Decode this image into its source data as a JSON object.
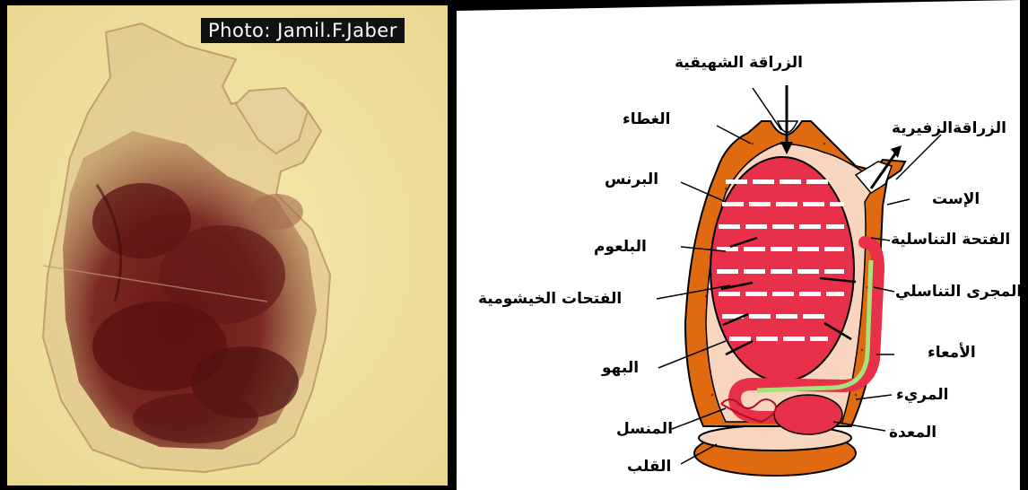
{
  "photo": {
    "credit": "Photo: Jamil.F.Jaber"
  },
  "diagram": {
    "labels": {
      "oral_siphon": "الزراقة الشهيقية",
      "tunic": "الغطاء",
      "atrial_siphon": "الزراقةالزفيرية",
      "mantle": "البرنس",
      "anus": "الإست",
      "genital_opening": "الفتحة التناسلية",
      "pharynx": "البلعوم",
      "gill_slits": "الفتحات الخيشومية",
      "genital_duct": "المجرى التناسلي",
      "intestine": "الأمعاء",
      "atrium": "البهو",
      "esophagus": "المريء",
      "gonad": "المنسل",
      "stomach": "المعدة",
      "heart": "القلب"
    }
  },
  "colors": {
    "tunic_orange": "#e06a10",
    "pharynx_red": "#e8304a",
    "atrium_peach": "#f7d5bf",
    "genital_green": "#a8e07a",
    "photo_bg": "#f3e6a6"
  }
}
